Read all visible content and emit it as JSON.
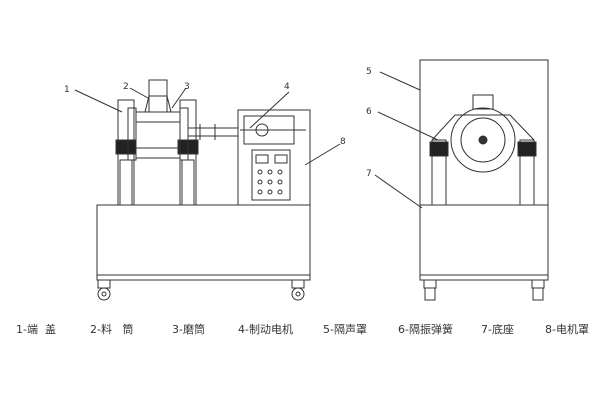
{
  "callouts": [
    "1",
    "2",
    "3",
    "4",
    "5",
    "6",
    "7",
    "8"
  ],
  "legend": [
    "1-端  盖",
    "2-料   筒",
    "3-磨筒",
    "4-制动电机",
    "5-隔声罩",
    "6-隔振弹簧",
    "7-底座",
    "8-电机罩"
  ]
}
